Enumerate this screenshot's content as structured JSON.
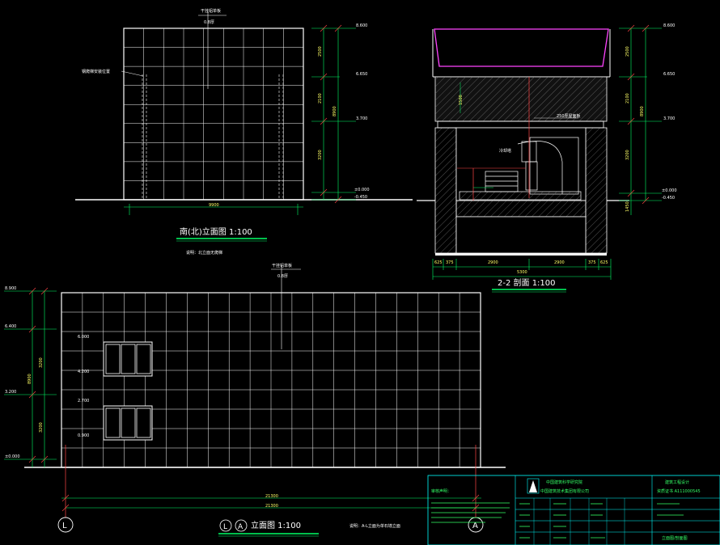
{
  "elev1": {
    "title": "南(北)立面图  1:100",
    "note": "说明：北立面无爬梯",
    "top_label": "干挂铝单板",
    "top_label2": "0.8厚",
    "left_label": "钢爬梯安装位置"
  },
  "section": {
    "title": "2-2 剖面 1:100",
    "label_roof": "250厚屋面板",
    "label_fan": "冷却塔"
  },
  "elev2": {
    "title": "立面图  1:100",
    "note": "说明：A-L立面为单石墙立面",
    "top_label": "干挂铝单板",
    "top_label2": "0.8厚",
    "axis_left": "L",
    "axis_left2": "L",
    "axis_mid": "A",
    "axis_right": "A"
  },
  "title_block": {
    "company_line1": "中国建筑科学研究院",
    "company_line2": "中国建筑技术集团有限公司",
    "project": "建筑工程设计",
    "cert": "资质证书 A111000545",
    "note_label": "审核声明：",
    "sheet_name": "立面图/剖面图"
  }
}
